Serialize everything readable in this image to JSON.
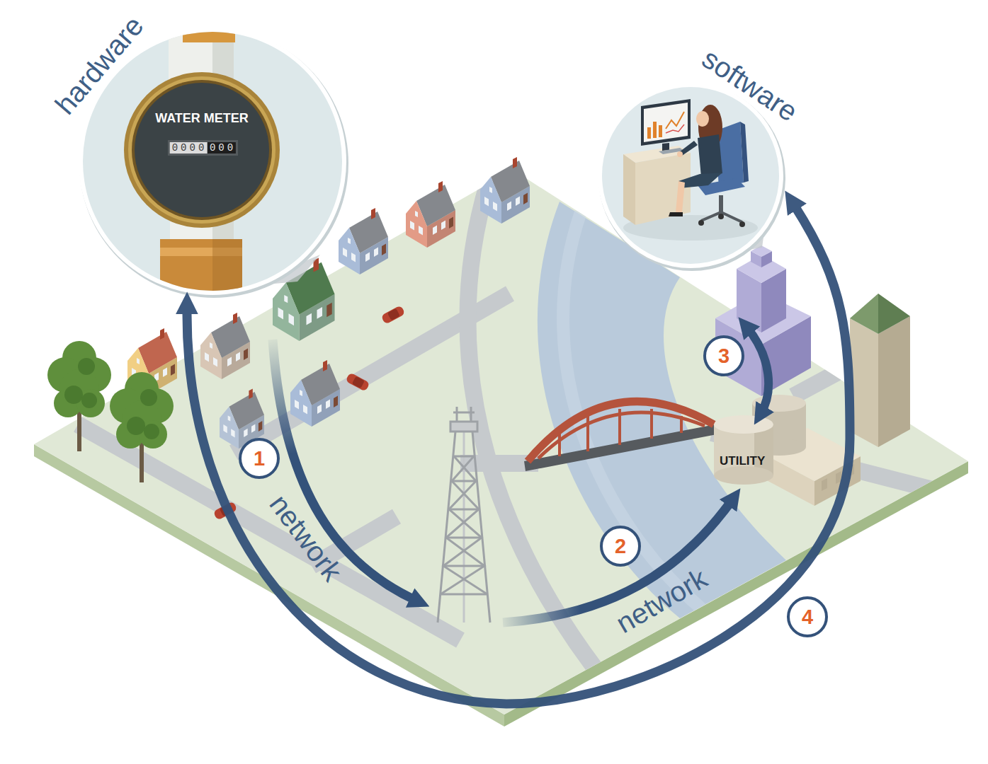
{
  "diagram": {
    "nodes": [
      {
        "text": [
          "hardware"
        ]
      },
      {
        "text": [
          "WATER METER"
        ],
        "in": 0
      },
      {
        "text": [
          "software"
        ]
      },
      {
        "text": [
          "UTILITY"
        ]
      }
    ],
    "edges": [
      {
        "from": 0,
        "to": 2,
        "arrow": "both"
      }
    ],
    "labels": [
      "0000",
      "000",
      "1",
      "network",
      "3",
      "2",
      "network",
      "4"
    ]
  }
}
